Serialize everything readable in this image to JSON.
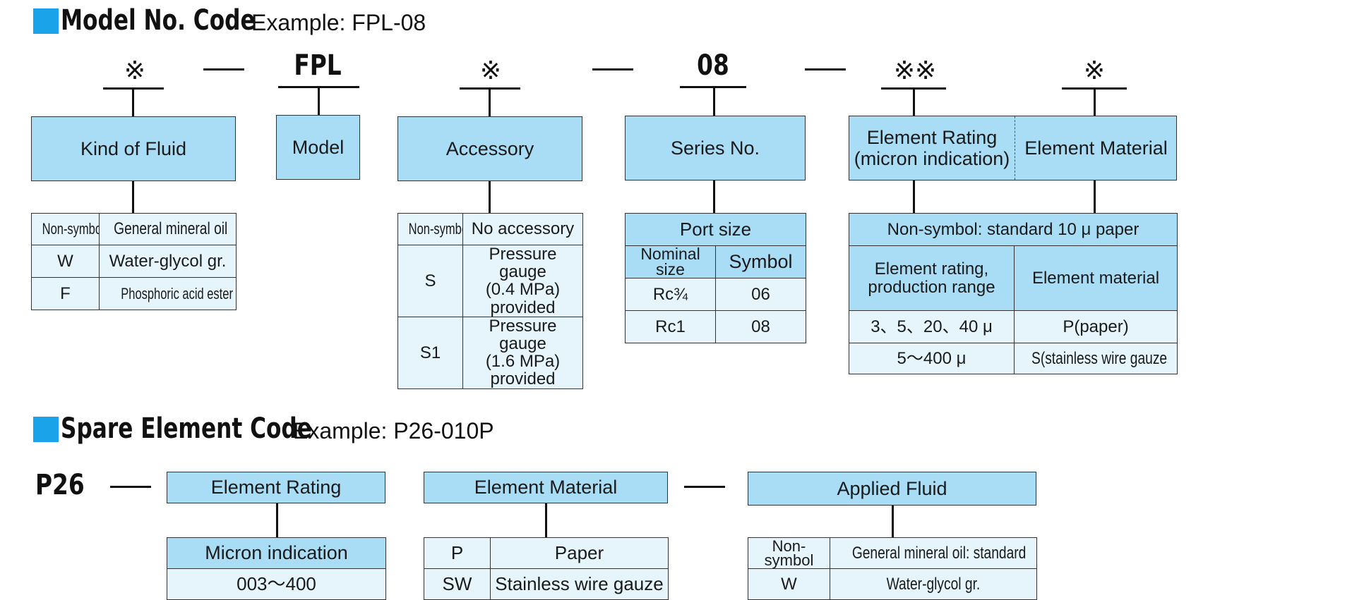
{
  "model_code": {
    "heading": "Model No. Code",
    "example": "Example: FPL-08",
    "codes": [
      "※",
      "FPL",
      "※",
      "08",
      "※※",
      "※"
    ],
    "boxes": {
      "kind_of_fluid": "Kind of Fluid",
      "model": "Model",
      "accessory": "Accessory",
      "series_no": "Series No.",
      "element_rating": "Element Rating\n(micron indication)",
      "element_material": "Element Material"
    },
    "fluid_table": [
      [
        "Non-symbol",
        "General mineral oil"
      ],
      [
        "W",
        "Water-glycol gr."
      ],
      [
        "F",
        "Phosphoric acid ester gr."
      ]
    ],
    "accessory_table": [
      [
        "Non-symbol",
        "No accessory"
      ],
      [
        "S",
        "Pressure gauge\n(0.4 MPa) provided"
      ],
      [
        "S1",
        "Pressure gauge\n(1.6 MPa) provided"
      ]
    ],
    "port_table": {
      "title": "Port size",
      "headers": [
        "Nominal\nsize",
        "Symbol"
      ],
      "rows": [
        [
          "Rc¾",
          "06"
        ],
        [
          "Rc1",
          "08"
        ]
      ]
    },
    "element_table": {
      "title": "Non-symbol: standard 10 μ paper",
      "headers": [
        "Element rating,\nproduction range",
        "Element material"
      ],
      "rows": [
        [
          "3、5、20、40 μ",
          "P(paper)"
        ],
        [
          "5～400 μ",
          "S(stainless wire gauze"
        ]
      ]
    }
  },
  "spare_code": {
    "heading": "Spare Element Code",
    "example": "Example: P26-010P",
    "prefix": "P26",
    "boxes": {
      "element_rating": "Element Rating",
      "element_material": "Element Material",
      "applied_fluid": "Applied Fluid"
    },
    "micron_table": {
      "header": "Micron indication",
      "value": "003～400"
    },
    "material_table": [
      [
        "P",
        "Paper"
      ],
      [
        "SW",
        "Stainless wire gauze"
      ]
    ],
    "fluid_table": [
      [
        "Non-\nsymbol",
        "General mineral oil: standard"
      ],
      [
        "W",
        "Water-glycol gr."
      ]
    ]
  },
  "colors": {
    "accent": "#1aa3e8",
    "box_fill": "#a9dcf5",
    "cell_fill": "#e6f5fc"
  }
}
